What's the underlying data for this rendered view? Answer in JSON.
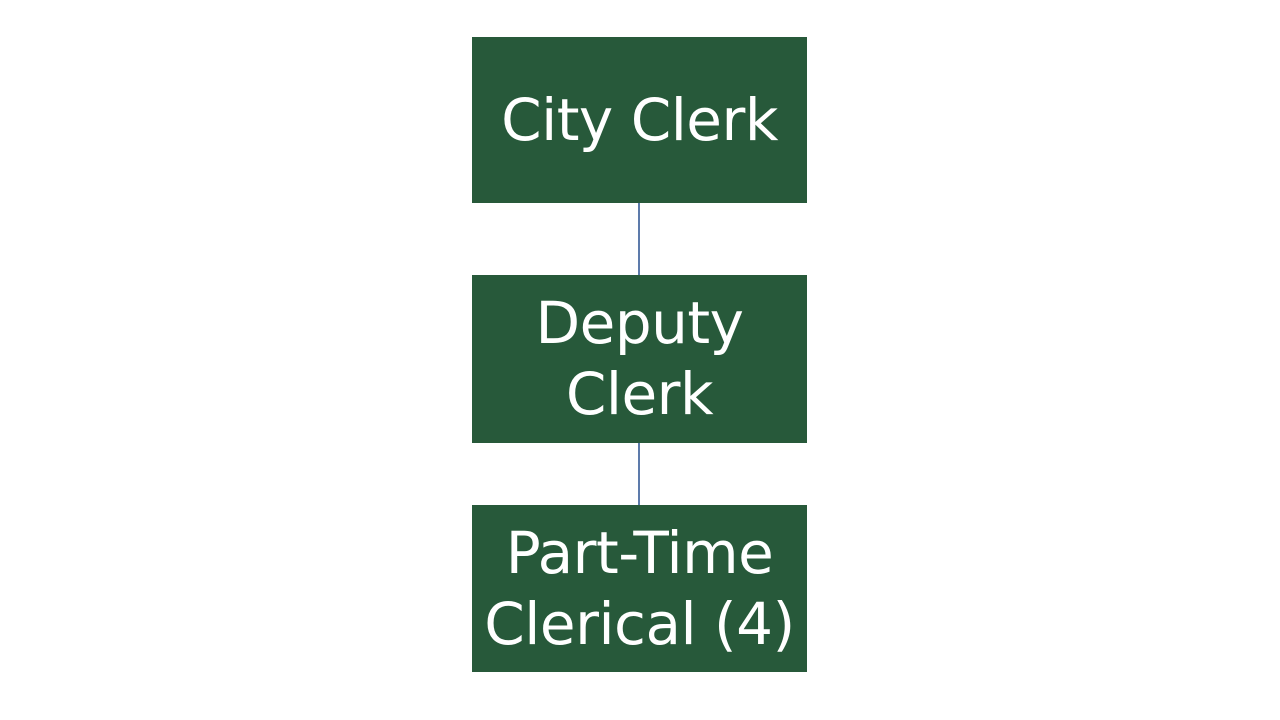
{
  "diagram": {
    "type": "org-chart",
    "background_color": "#ffffff",
    "node_fill_color": "#27593a",
    "node_text_color": "#ffffff",
    "connector_color": "#5d7bab",
    "nodes": [
      {
        "label": "City Clerk",
        "level": 1
      },
      {
        "label": "Deputy Clerk",
        "level": 2
      },
      {
        "label": "Part-Time Clerical (4)",
        "level": 3
      }
    ],
    "connections": [
      {
        "from": "City Clerk",
        "to": "Deputy Clerk"
      },
      {
        "from": "Deputy Clerk",
        "to": "Part-Time Clerical (4)"
      }
    ]
  }
}
